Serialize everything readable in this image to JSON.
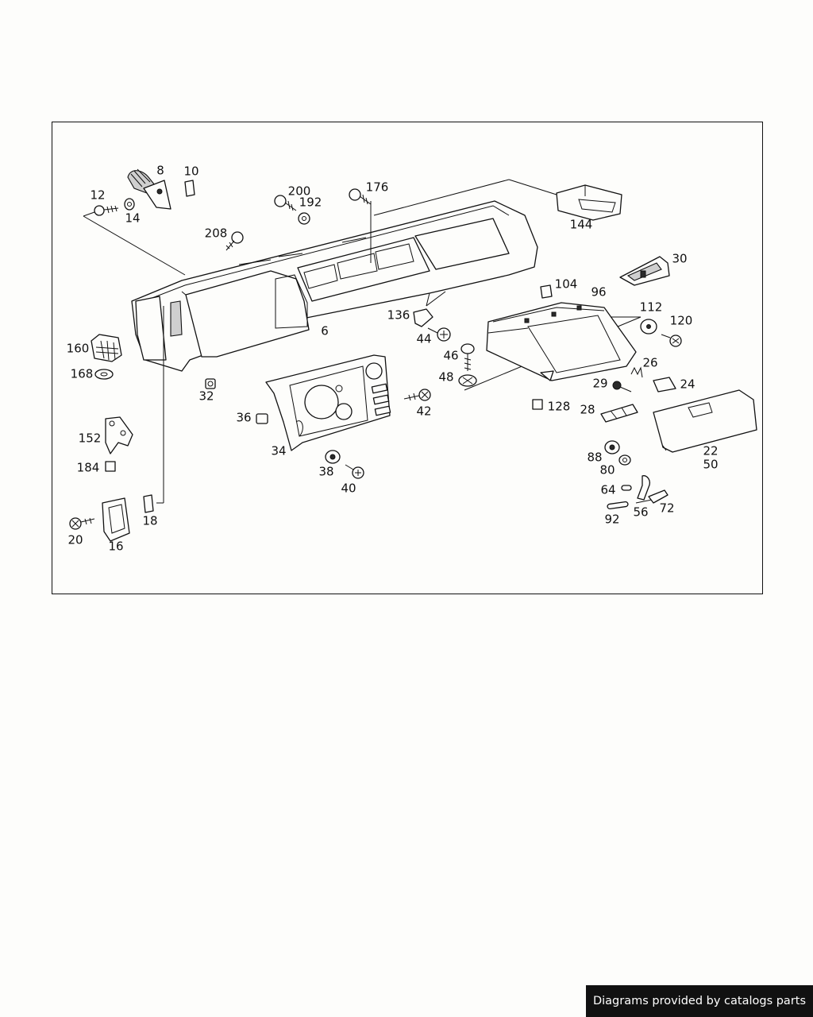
{
  "diagram": {
    "callouts": [
      {
        "id": "8",
        "text": "8"
      },
      {
        "id": "10",
        "text": "10"
      },
      {
        "id": "12",
        "text": "12"
      },
      {
        "id": "14",
        "text": "14"
      },
      {
        "id": "200",
        "text": "200"
      },
      {
        "id": "192",
        "text": "192"
      },
      {
        "id": "176",
        "text": "176"
      },
      {
        "id": "144",
        "text": "144"
      },
      {
        "id": "208",
        "text": "208"
      },
      {
        "id": "30",
        "text": "30"
      },
      {
        "id": "104",
        "text": "104"
      },
      {
        "id": "96",
        "text": "96"
      },
      {
        "id": "112",
        "text": "112"
      },
      {
        "id": "120",
        "text": "120"
      },
      {
        "id": "136",
        "text": "136"
      },
      {
        "id": "44",
        "text": "44"
      },
      {
        "id": "6",
        "text": "6"
      },
      {
        "id": "160",
        "text": "160"
      },
      {
        "id": "168",
        "text": "168"
      },
      {
        "id": "46",
        "text": "46"
      },
      {
        "id": "48",
        "text": "48"
      },
      {
        "id": "26",
        "text": "26"
      },
      {
        "id": "29",
        "text": "29"
      },
      {
        "id": "24",
        "text": "24"
      },
      {
        "id": "32",
        "text": "32"
      },
      {
        "id": "42",
        "text": "42"
      },
      {
        "id": "128",
        "text": "128"
      },
      {
        "id": "28",
        "text": "28"
      },
      {
        "id": "36",
        "text": "36"
      },
      {
        "id": "152",
        "text": "152"
      },
      {
        "id": "22",
        "text": "22"
      },
      {
        "id": "50",
        "text": "50"
      },
      {
        "id": "34",
        "text": "34"
      },
      {
        "id": "88",
        "text": "88"
      },
      {
        "id": "80",
        "text": "80"
      },
      {
        "id": "184",
        "text": "184"
      },
      {
        "id": "38",
        "text": "38"
      },
      {
        "id": "40",
        "text": "40"
      },
      {
        "id": "64",
        "text": "64"
      },
      {
        "id": "18",
        "text": "18"
      },
      {
        "id": "72",
        "text": "72"
      },
      {
        "id": "56",
        "text": "56"
      },
      {
        "id": "92",
        "text": "92"
      },
      {
        "id": "20",
        "text": "20"
      },
      {
        "id": "16",
        "text": "16"
      }
    ]
  },
  "footer": {
    "credit": "Diagrams provided by catalogs parts"
  }
}
